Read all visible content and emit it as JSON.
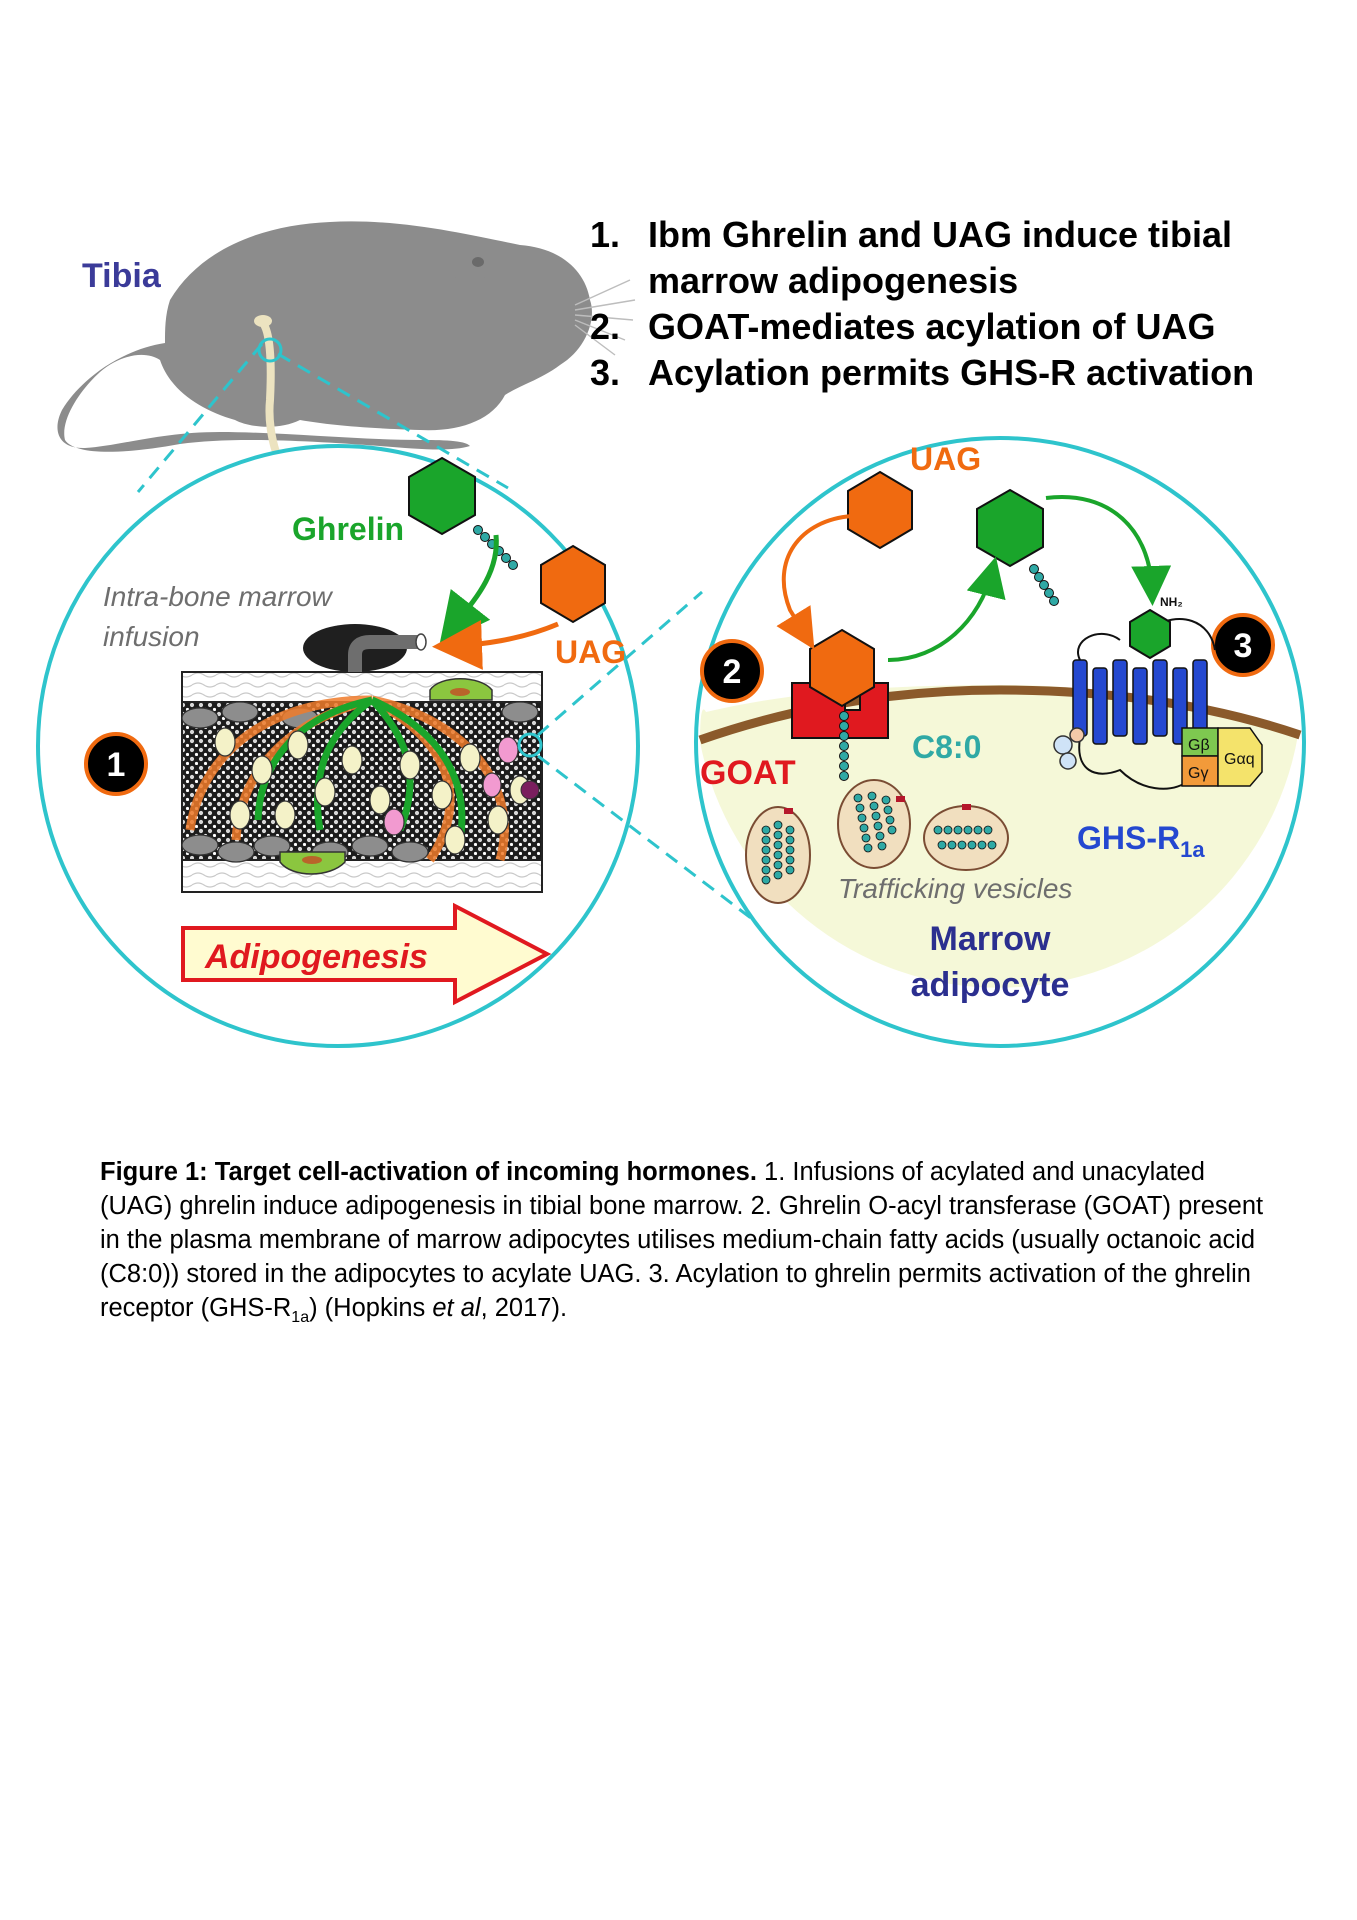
{
  "title_steps": [
    {
      "num": "1.",
      "text": "Ibm Ghrelin and UAG induce tibial marrow adipogenesis"
    },
    {
      "num": "2.",
      "text": "GOAT-mediates acylation of UAG"
    },
    {
      "num": "3.",
      "text": "Acylation permits GHS-R activation"
    }
  ],
  "labels": {
    "tibia": "Tibia",
    "ghrelin": "Ghrelin",
    "uag_left": "UAG",
    "intra_line1": "Intra-bone marrow",
    "intra_line2": "infusion",
    "adipogenesis": "Adipogenesis",
    "badge1": "1",
    "badge2": "2",
    "badge3": "3",
    "uag_right": "UAG",
    "goat": "GOAT",
    "c80": "C8:0",
    "ghsr": "GHS-R",
    "ghsr_sub": "1a",
    "nh2": "NH₂",
    "g_beta": "Gβ",
    "g_gamma": "Gγ",
    "g_alpha": "Gαq",
    "trafficking": "Trafficking vesicles",
    "marrow_line1": "Marrow",
    "marrow_line2": "adipocyte"
  },
  "caption": {
    "bold": "Figure 1: Target cell-activation of incoming hormones.",
    "p1": " 1. Infusions of acylated and unacylated (UAG) ghrelin induce adipogenesis in tibial bone marrow.  2.  Ghrelin O-acyl transferase (GOAT) present in the plasma membrane of marrow adipocytes utilises medium-chain fatty acids (usually octanoic acid (C8:0)) stored in the adipocytes to acylate UAG.  3. Acylation to ghrelin permits activation of the ghrelin receptor (GHS-R",
    "sub": "1a",
    "p2": ") (Hopkins ",
    "italic": "et al",
    "p3": ", 2017)."
  },
  "colors": {
    "cyan": "#2ec4cc",
    "green": "#1aa52b",
    "orange": "#f06a10",
    "red": "#e0191f",
    "navy": "#2b2f8f",
    "gray": "#8a8a8a",
    "teal_bead": "#2fa9a5",
    "cell_fill": "#f5f8d8"
  }
}
